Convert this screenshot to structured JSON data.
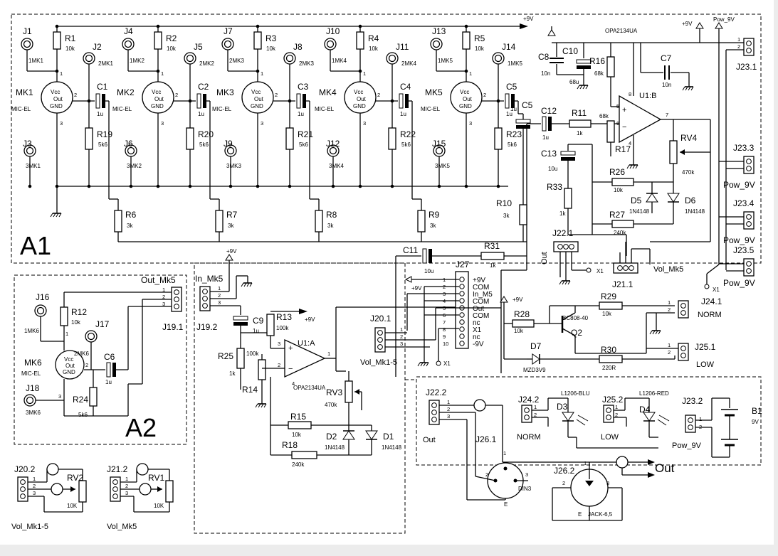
{
  "blocks": {
    "a1": "A1",
    "a2": "A2"
  },
  "rails": {
    "vcc": "+9V",
    "pow": "Pow_9V"
  },
  "opamp": {
    "part": "OPA2134UA",
    "b": "U1:B",
    "a": "U1:A"
  },
  "mic_model": "MIC-EL",
  "mic_pins": [
    "Vcc",
    "Out",
    "GND"
  ],
  "mics": [
    {
      "name": "MK1",
      "jack": "J1",
      "jlabel": "1MK1",
      "jout": "J2",
      "out_label": "2MK1",
      "jgnd": "J3",
      "gnd_label": "3MK1",
      "rbias": "R1",
      "rbias_val": "10k",
      "cap": "C1",
      "cap_val": "1u",
      "rload": "R19",
      "rload_val": "5k6",
      "rsum": "R6",
      "rsum_val": "3k"
    },
    {
      "name": "MK2",
      "jack": "J4",
      "jlabel": "1MK2",
      "jout": "J5",
      "out_label": "2MK2",
      "jgnd": "J6",
      "gnd_label": "3MK2",
      "rbias": "R2",
      "rbias_val": "10k",
      "cap": "C2",
      "cap_val": "1u",
      "rload": "R20",
      "rload_val": "5k6",
      "rsum": "R7",
      "rsum_val": "3k"
    },
    {
      "name": "MK3",
      "jack": "J7",
      "jlabel": "2MK3",
      "jout": "J8",
      "out_label": "2MK3",
      "jgnd": "J9",
      "gnd_label": "3MK3",
      "rbias": "R3",
      "rbias_val": "10k",
      "cap": "C3",
      "cap_val": "1u",
      "rload": "R21",
      "rload_val": "5k6",
      "rsum": "R8",
      "rsum_val": "3k"
    },
    {
      "name": "MK4",
      "jack": "J10",
      "jlabel": "1MK4",
      "jout": "J11",
      "out_label": "2MK4",
      "jgnd": "J12",
      "gnd_label": "3MK4",
      "rbias": "R4",
      "rbias_val": "10k",
      "cap": "C4",
      "cap_val": "1u",
      "rload": "R22",
      "rload_val": "5k6",
      "rsum": "R9",
      "rsum_val": "3k"
    },
    {
      "name": "MK5",
      "jack": "J13",
      "jlabel": "1MK5",
      "jout": "J14",
      "out_label": "1MK5",
      "jgnd": "J15",
      "gnd_label": "3MK5",
      "rbias": "R5",
      "rbias_val": "10k",
      "cap": "C5",
      "cap_val": "1u",
      "rload": "R23",
      "rload_val": "5k6",
      "rsum": "R10",
      "rsum_val": "3k"
    }
  ],
  "mixer": {
    "c8": "C8",
    "c8_val": "10n",
    "c10": "C10",
    "c10_val": "68u",
    "r16": "R16",
    "r16_val": "68k",
    "c7": "C7",
    "c7_val": "10n",
    "c12": "C12",
    "c12_val": "1u",
    "r11": "R11",
    "r11_val": "1k",
    "r17": "R17",
    "r17_val": "68k",
    "rv4": "RV4",
    "rv4_val": "470k",
    "c13": "C13",
    "c13_val": "10u",
    "r33": "R33",
    "r33_val": "1k",
    "r26": "R26",
    "r26_val": "10k",
    "d5": "D5",
    "d6": "D6",
    "diode_val": "1N4148",
    "r27": "R27",
    "r27_val": "240k",
    "c11": "C11",
    "c11_val": "10u",
    "r31": "R31",
    "r31_val": "1k"
  },
  "connectors": {
    "j231": "J23.1",
    "j233": "J23.3",
    "j234": "J23.4",
    "j235": "J23.5",
    "j241": "J24.1",
    "j221": "J22.1",
    "out": "Out",
    "x1": "X1",
    "j211": "J21.1",
    "vol_mk5": "Vol_Mk5",
    "j27": "J27",
    "j27_pins": [
      "+9V",
      "COM",
      "In_M5",
      "COM",
      "Out",
      "COM",
      "nc",
      "X1",
      "nc",
      "-9V"
    ],
    "j201": "J20.1",
    "vol_mk15": "Vol_Mk1-5",
    "in_mk5": "In_Mk5",
    "j192": "J19.2",
    "out_mk5": "Out_Mk5",
    "j191": "J19.1"
  },
  "switch_block": {
    "r29": "R29",
    "r29_val": "10k",
    "r28": "R28",
    "r28_val": "10k",
    "q2": "Q2",
    "q2_val": "BC808-40",
    "d7": "D7",
    "d7_val": "MZD3V9",
    "r30": "R30",
    "r30_val": "220R",
    "j241": "J24.1",
    "norm": "NORM",
    "j251": "J25.1",
    "low": "LOW"
  },
  "a2": {
    "j16": "J16",
    "j16_label": "1MK6",
    "r12": "R12",
    "r12_val": "10k",
    "j17": "J17",
    "j17_label": "2MK6",
    "mk6": "MK6",
    "c6": "C6",
    "c6_val": "1u",
    "j18": "J18",
    "j18_label": "3MK6",
    "r24": "R24",
    "r24_val": "5k6"
  },
  "preamp": {
    "c9": "C9",
    "c9_val": "1u",
    "r13": "R13",
    "r13_val": "100k",
    "r25": "R25",
    "r25_val": "1k",
    "r14": "R14",
    "r14_val": "100k",
    "rv3": "RV3",
    "rv3_val": "470k",
    "r15": "R15",
    "r15_val": "10k",
    "r18": "R18",
    "r18_val": "240k",
    "d1": "D1",
    "d2": "D2",
    "diode_val": "1N4148"
  },
  "output_board": {
    "j222": "J22.2",
    "out": "Out",
    "j261": "J26.1",
    "din": "DIN3",
    "e": "E",
    "j242": "J24.2",
    "norm": "NORM",
    "d3": "D3",
    "d3_val": "L1206-BLU",
    "j252": "J25.2",
    "low": "LOW",
    "d4": "D4",
    "d4_val": "L1206-RED",
    "j232": "J23.2",
    "pow": "Pow_9V",
    "b1": "B1",
    "b1_val": "9V",
    "j262": "J26.2",
    "jack": "JACK-6,5",
    "out_big": "Out"
  },
  "pots": {
    "j202": "J20.2",
    "rv2": "RV2",
    "rv2_val": "10K",
    "lbl2": "Vol_Mk1-5",
    "j212": "J21.2",
    "rv1": "RV1",
    "rv1_val": "10K",
    "lbl1": "Vol_Mk5"
  }
}
